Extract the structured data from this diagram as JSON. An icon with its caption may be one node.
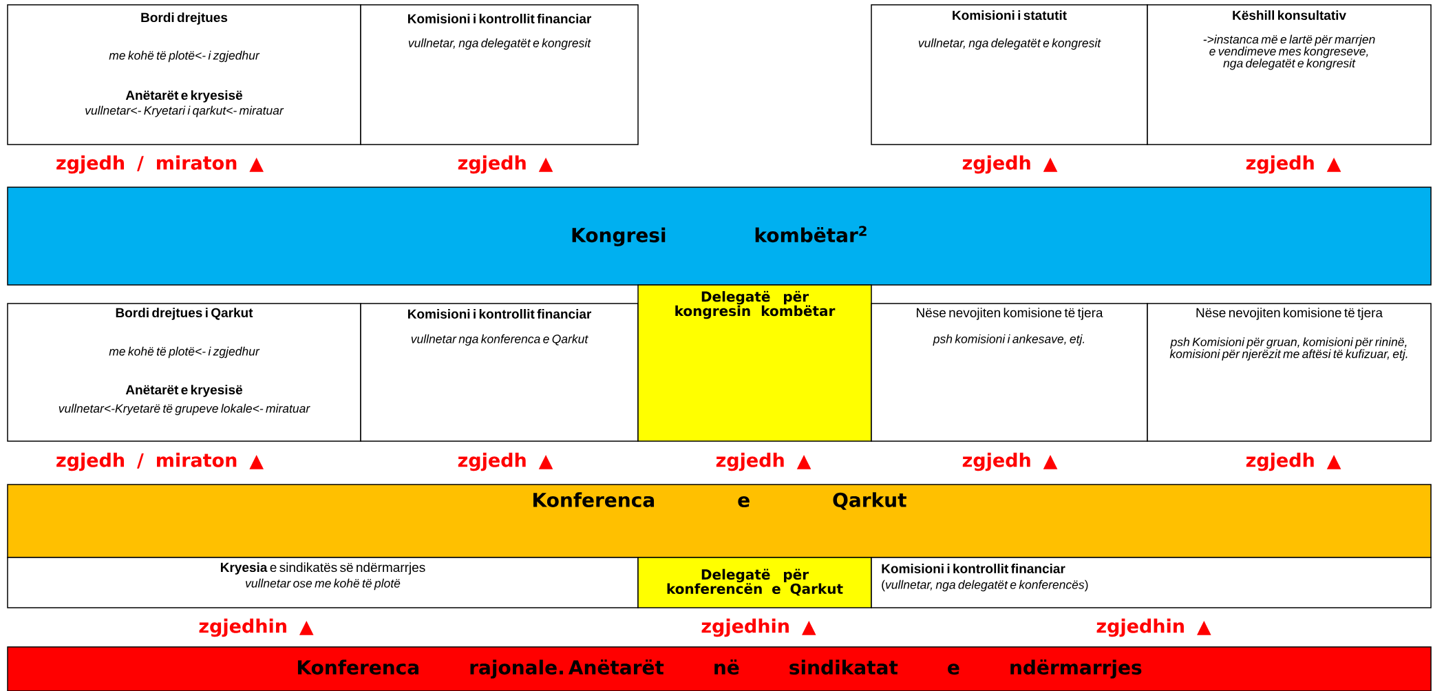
{
  "diagram": {
    "nodes": [
      {
        "text": [
          "Bordi drejtues",
          "me kohë të plotë<- i zgjedhur",
          "Anëtarët e kryesisë",
          "vullnetar<- Kryetari i qarkut<- miratuar"
        ]
      },
      {
        "text": [
          "Komisioni i kontrollit financiar",
          "vullnetar, nga delegatët e kongresit"
        ]
      },
      {
        "text": [
          "Komisioni i statutit",
          "vullnetar, nga delegatët e kongresit"
        ]
      },
      {
        "text": [
          "Këshill konsultativ",
          "->instanca më e lartë për marrjen e vendimeve mes kongreseve, nga delegatët e kongresit"
        ]
      },
      {
        "text": [
          "Kongresi kombëtar$^{2}$"
        ]
      },
      {
        "text": [
          "Bordi drejtues i Qarkut",
          "me kohë të plotë<- i zgjedhur",
          "Anëtarët e kryesisë",
          "vullnetar<-Kryetarë të grupeve lokale<- miratuar"
        ]
      },
      {
        "text": [
          "Komisioni i kontrollit financiar",
          "vullnetar nga konferenca e Qarkut"
        ]
      },
      {
        "text": [
          "Delegatë për kongresin kombëtar"
        ]
      },
      {
        "text": [
          "Nëse nevojiten komisione të tjera",
          "psh komisioni i ankesave, etj."
        ]
      },
      {
        "text": [
          "Nëse nevojiten komisione të tjera",
          "psh Komisioni për gruan, komisioni për rininë, komisioni për njerëzit me aftësi të kufizuar, etj."
        ]
      },
      {
        "text": [
          "Konferenca e Qarkut"
        ]
      },
      {
        "text": [
          "**Kryesia** e sindikatës së ndërmarrjes",
          "vullnetar ose me kohë të plotë"
        ]
      },
      {
        "text": [
          "Delegatë për konferencën e Qarkut"
        ]
      },
      {
        "text": [
          "Komisioni i kontrollit financiar",
          "(*vullnetar, nga delegatët e konferencës*)"
        ]
      },
      {
        "text": [
          "Konferenca rajonale. Anëtarët në sindikatat e ndërmarrjes"
        ]
      }
    ],
    "labels": [
      "zgjedh / miraton ▲",
      "zgjedh ▲",
      "zgjedh ▲",
      "zgjedh ▲",
      "zgjedh / miraton ▲",
      "zgjedh ▲",
      "zgjedh ▲",
      "zgjedh ▲",
      "zgjedh ▲",
      "zgjedhin ▲",
      "zgjedhin ▲",
      "zgjedhin ▲"
    ]
  }
}
